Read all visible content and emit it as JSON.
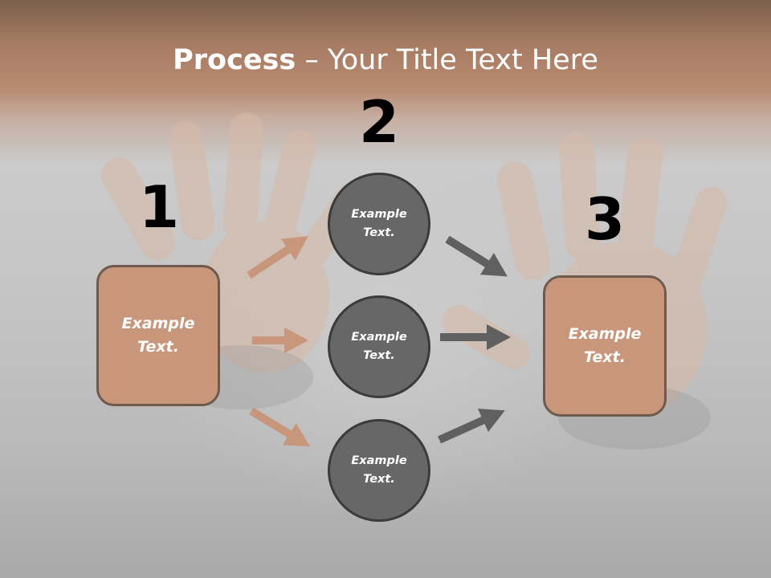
{
  "slide": {
    "title_bold": "Process",
    "title_rest": " – Your Title Text Here",
    "colors": {
      "header_band": "#a77c63",
      "box_fill": "#c8967a",
      "box_border": "#6f5b4e",
      "circle_fill": "#676767",
      "circle_border": "#3b3b3b",
      "arrow_tan": "#c8967a",
      "arrow_gray": "#606060"
    }
  },
  "steps": [
    {
      "number": "1"
    },
    {
      "number": "2"
    },
    {
      "number": "3"
    }
  ],
  "left_box": {
    "text": "Example\nText."
  },
  "right_box": {
    "text": "Example\nText."
  },
  "circles": [
    {
      "text": "Example\nText."
    },
    {
      "text": "Example\nText."
    },
    {
      "text": "Example\nText."
    }
  ]
}
